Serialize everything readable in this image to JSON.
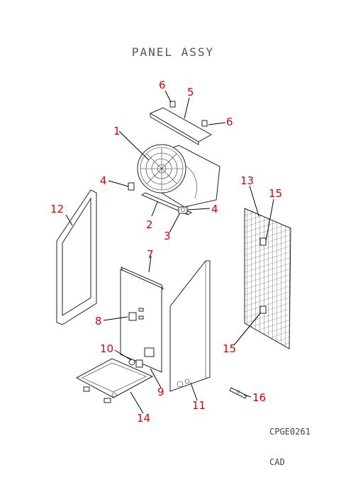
{
  "title": "PANEL ASSY",
  "code": "CPGE0261",
  "footer": "CAD",
  "callouts": [
    "1",
    "2",
    "3",
    "4",
    "4",
    "5",
    "6",
    "6",
    "7",
    "8",
    "9",
    "10",
    "11",
    "12",
    "13",
    "14",
    "15",
    "15",
    "16"
  ],
  "colors": {
    "callout": "#e00000",
    "line": "#222222"
  }
}
